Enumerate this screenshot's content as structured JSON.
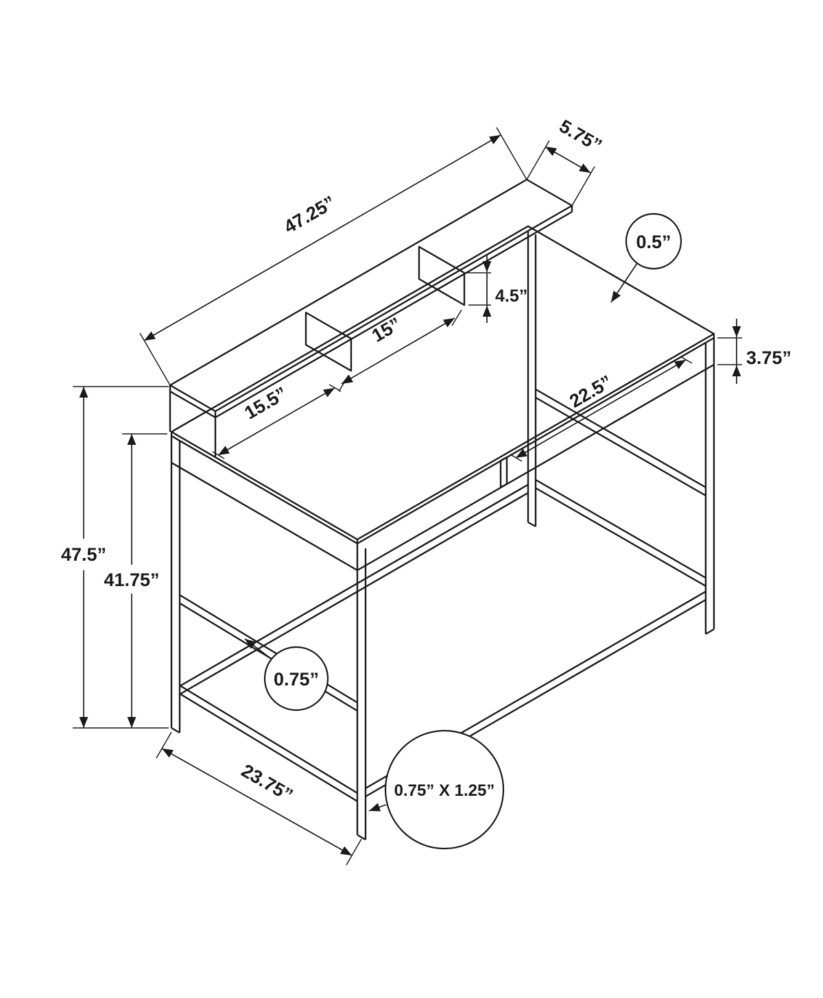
{
  "diagram": {
    "name": "standing-desk-dimension-drawing",
    "background": "#ffffff",
    "line_color": "#1a1a1a",
    "labels": {
      "shelf_length": "47.25”",
      "shelf_depth": "5.75”",
      "top_thickness": "0.5”",
      "divider_height": "4.5”",
      "divider_spacing": "15”",
      "left_cubby_width": "15.5”",
      "right_cubby_width": "22.5”",
      "cubby_height": "3.75”",
      "overall_height": "47.5”",
      "desktop_height": "41.75”",
      "depth": "23.75”",
      "frame_thickness": "0.75”",
      "leg_profile": "0.75” X 1.25”"
    }
  }
}
